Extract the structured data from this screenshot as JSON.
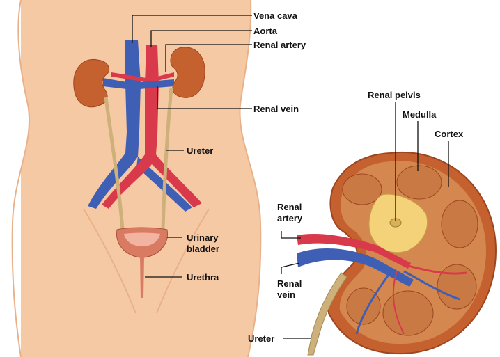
{
  "labels": {
    "vena_cava": "Vena cava",
    "aorta": "Aorta",
    "renal_artery_top": "Renal artery",
    "renal_vein_top": "Renal vein",
    "ureter_body": "Ureter",
    "urinary_bladder_line1": "Urinary",
    "urinary_bladder_line2": "bladder",
    "urethra": "Urethra",
    "renal_pelvis": "Renal pelvis",
    "medulla": "Medulla",
    "cortex": "Cortex",
    "renal_artery_section_line1": "Renal",
    "renal_artery_section_line2": "artery",
    "renal_vein_section_line1": "Renal",
    "renal_vein_section_line2": "vein",
    "ureter_section": "Ureter"
  },
  "colors": {
    "skin": "#f5c9a4",
    "skin_shadow": "#e9b189",
    "kidney": "#c4612e",
    "kidney_dark": "#9c4520",
    "cortex": "#d4874e",
    "medulla": "#c97a44",
    "pelvis": "#f3d27a",
    "vein_blue": "#3f5fb4",
    "artery_red": "#d83a4c",
    "ureter": "#ceb07a",
    "bladder": "#d87b62"
  }
}
